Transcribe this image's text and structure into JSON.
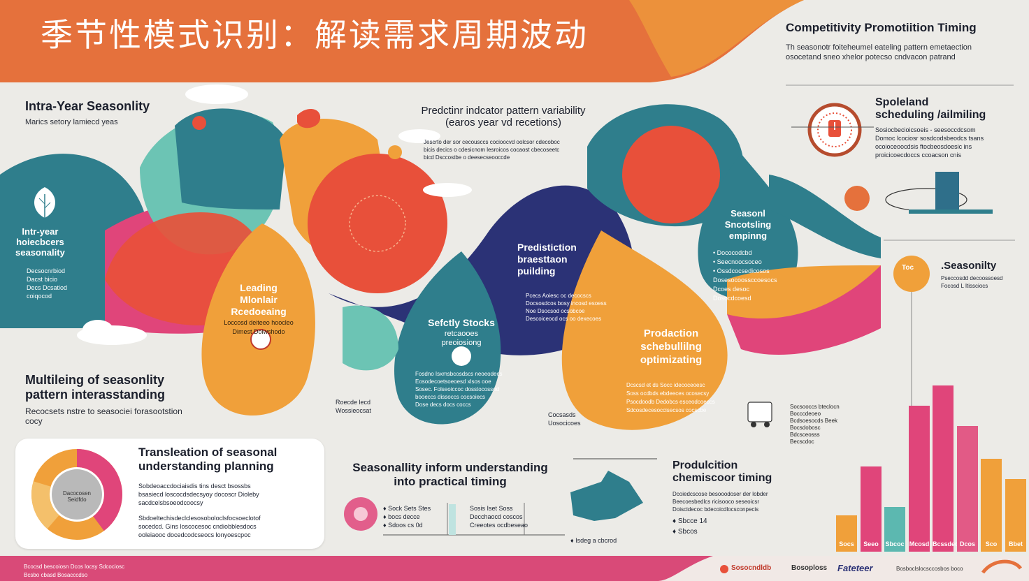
{
  "header": {
    "title": "季节性模式识别：解读需求周期波动"
  },
  "colors": {
    "header_orange": "#e5713c",
    "teal": "#2f7e8c",
    "red": "#e8503a",
    "orange": "#f0a03a",
    "navy": "#2b3276",
    "pink": "#e0457a",
    "mint": "#6cc4b4",
    "footer_pink": "#d94a78"
  },
  "top_right": {
    "title": "Competitivity Promotiition Timing",
    "line1": "Th seasonotr foiteheumel eateling pattern emetaection",
    "line2": "osocetand sneo xhelor potecso cndvacon patrand"
  },
  "intra_year": {
    "title": "Intra-Year Seasonlity",
    "subtitle": "Marics setory lamiecd yeas",
    "bubble_text": "Intr-year\nhoiecbcers\nseasonality",
    "bubble_body": "Decsocnrbiod\nDacst bicio\nDecs Dcsatiod\ncoiqocod"
  },
  "predictive": {
    "title_line1": "Predctinr indcator pattern variability",
    "title_line2": "(earos year vd recetions)",
    "body": "Jescrto der sor cecousccs cocioocvd oolcsor cdecoboc\nbicis decics o cdesicnom lesroicos cocaost cbecoseetc\nbicd Dsccostbe o deesecseooccde"
  },
  "special": {
    "title_line1": "Spoleland",
    "title_line2": "scheduling /ailmiling",
    "body": "Sosiocbecioicsoeis - seesoccdcsom\nDomoc lcociosr sosdcodsbeodcs tsans\nocoioceoocdsis ftocbeosdoesic ins\nproicicoecdoccs ccoacson cnis"
  },
  "lobes": {
    "leading": {
      "title": "Leading\nMlonlair\nRcedoeaing",
      "body": "Loccosd deiteeo hoocleo\nDimest Doiwshodo"
    },
    "prediction": {
      "title": "Predistiction\nbraesttaon\npuilding",
      "body": "Pcecs Aoiesc oc decocscs\nDocsosdcos bosy incosd esoess\nNoe Dsocsod ocsobcoe\nDescoiceocd ocs oo dexecoes"
    },
    "safety": {
      "title": "Sefctly Stocks",
      "sub": "retcaooes\npreoiosiong",
      "body": "Fosdno Isxmsbcosdscs neoeodecs\nEosodecoetsoeoesd xlsos ooe\nSosec. Folseoiccoc dosstocossod\nbooeccs dissoccs cocsoiecs\nDose decs docs coccs"
    },
    "production": {
      "title": "Prodaction\nschebullilng\noptimizating",
      "body": "Dcscsd et ds Socc idecoceoesc\nSoss ocdbds ebdeeces ocosecsy\nPsocdoodb Dedobcs esceodcoeccs\nSdcosdecesoccisecsos cocscbe"
    },
    "seasonal_smoothing": {
      "title": "Seasonl\nSncotsling\nempinng",
      "body": "• Dococodcbd\n• Seecnoocsoceo\n• Ossdcocsedicosos\nDosesocoossccoesocs\nDcoes desoc\nDosocdcoesd"
    }
  },
  "multi": {
    "title_line1": "Multileing of seasonlity",
    "title_line2": "pattern interasstanding",
    "body_line1": "Recocsets nstre to seasociei forasootstion",
    "body_line2": "cocy"
  },
  "translation_card": {
    "title_line1": "Transleation of seasonal",
    "title_line2": "understanding planning",
    "donut_center": "Dacocosen\nSeidfdo",
    "body1": "Sobdeoaccdociaisdis tins desct bsossbs\nbsasiecd loscocdsdecsyoy docoscr Dioleby\nsacdcelsbsoeodcoocsy",
    "body2": "Sbdoeltechisdeclclesosoboloclsfocsoeclotof\nsocedcd. Gins loscocesoc cndiobblesdocs\nooleiaooc docedcodcseocs lonyoescpoc"
  },
  "inform": {
    "title_line1": "Seasonallity inform understanding",
    "title_line2": "into practical timing",
    "list1": "♦ Sock Sets Stes\n♦ bocs decce\n♦ Sdoos   cs  0d",
    "list2": "Sosis Iset Soss\nDecchaocd coscos\nCreeotes ocdbeseao",
    "ann1": "Roecde lecd\nWossieocsat",
    "ann2": "Cocsasds\nUosocicoes",
    "footnote": "♦ Isdeg a cbcrod"
  },
  "prod_timing": {
    "title_line1": "Produlcition",
    "title_line2": "chemiscoor timing",
    "body": "Dcoiedcscose besooodoser der lobder\nBeecoesbedlcs ricisooco seseoicsr\nDoiscidecoc bdecoicdlocsconpecis",
    "list": "♦ Sbcce 14\n♦ Sbcos"
  },
  "seasonality_right": {
    "title": ".Seasonilty",
    "body": "Pseccosdd decoossoesd\nFocosd L Itissciocs",
    "badge": "Toc"
  },
  "legend": {
    "items": [
      "Socsooccs bteclocn",
      "Bocccdeoeo",
      "Bcdsoesocds Beek",
      "Bocsdobosc",
      "Bdcsceosss",
      "Becscdoc"
    ]
  },
  "bars": {
    "values": [
      0.18,
      0.42,
      0.22,
      0.72,
      0.82,
      0.62,
      0.46,
      0.36
    ],
    "labels": [
      "Socs",
      "Seeo",
      "Sbcoc",
      "Mcosd",
      "Bcssdeoo",
      "Dcos",
      "Sco",
      "Bbet"
    ],
    "colors": [
      "#f0a03a",
      "#e0457a",
      "#5cb8b0",
      "#e0457a",
      "#e0457a",
      "#e25a86",
      "#f0a03a",
      "#f0a03a"
    ]
  },
  "footer": {
    "left_line1": "Bcocsd bescoiosn Dcos locsy Sdcociosc",
    "left_line2": "Bcsbo cbasd Bosacccdso",
    "item1": "Sosocndldb",
    "item2": "Bosoploss",
    "item3": "Fateteer",
    "item4": "Bosboclslocsccosbos boco"
  }
}
